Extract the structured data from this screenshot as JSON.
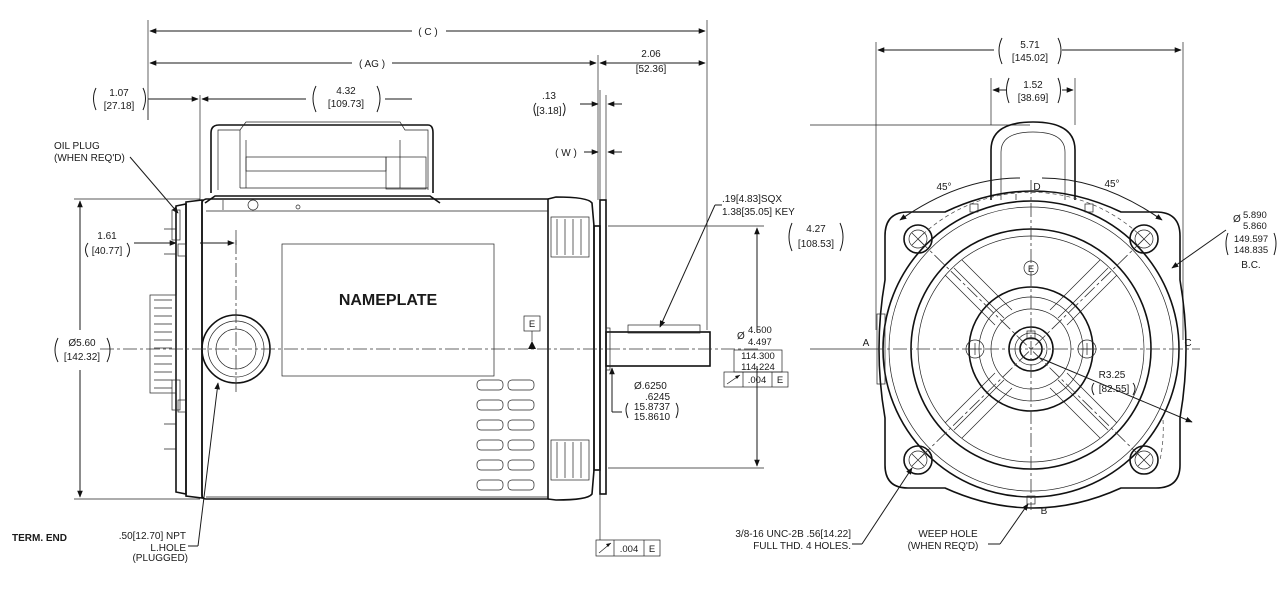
{
  "side_view": {
    "dim_c": "( C )",
    "dim_ag": "( AG )",
    "dim_206": "2.06",
    "dim_206_mm": "[52.36]",
    "dim_107": "1.07",
    "dim_107_mm": "[27.18]",
    "dim_432": "4.32",
    "dim_432_mm": "[109.73]",
    "dim_13": ".13",
    "dim_13_mm": "[3.18]",
    "dim_w": "( W )",
    "oil_plug_1": "OIL PLUG",
    "oil_plug_2": "(WHEN REQ'D)",
    "dim_161": "1.61",
    "dim_161_mm": "[40.77]",
    "dim_560": "Ø5.60",
    "dim_560_mm": "[142.32]",
    "nameplate": "NAMEPLATE",
    "datum_e": "E",
    "key_1": ".19[4.83]SQX",
    "key_2": "1.38[35.05] KEY",
    "dim_427": "4.27",
    "dim_427_mm": "[108.53]",
    "pilot_phi": "Ø",
    "pilot_max": "4.500",
    "pilot_min": "4.497",
    "pilot_mm_max": "114.300",
    "pilot_mm_min": "114.224",
    "tol_004": ".004",
    "tol_datum": "E",
    "shaft_max": "Ø.6250",
    "shaft_min": ".6245",
    "shaft_mm_max": "15.8737",
    "shaft_mm_min": "15.8610",
    "face_tol": ".004",
    "face_datum": "E",
    "term_end": "TERM. END",
    "npt_1": ".50[12.70] NPT",
    "npt_2": "L.HOLE",
    "npt_3": "(PLUGGED)"
  },
  "end_view": {
    "dim_571": "5.71",
    "dim_571_mm": "[145.02]",
    "dim_152": "1.52",
    "dim_152_mm": "[38.69]",
    "angle_left": "45°",
    "angle_right": "45°",
    "label_d": "D",
    "label_a": "A",
    "label_b": "B",
    "label_c": "C",
    "datum_e": "E",
    "bc_phi": "Ø",
    "bc_max": "5.890",
    "bc_min": "5.860",
    "bc_mm_max": "149.597",
    "bc_mm_min": "148.835",
    "bc_label": "B.C.",
    "dim_r325": "R3.25",
    "dim_r325_mm": "[82.55]",
    "holes_1": "3/8-16 UNC-2B .56[14.22]",
    "holes_2": "FULL THD. 4 HOLES.",
    "weep_1": "WEEP HOLE",
    "weep_2": "(WHEN REQ'D)"
  }
}
